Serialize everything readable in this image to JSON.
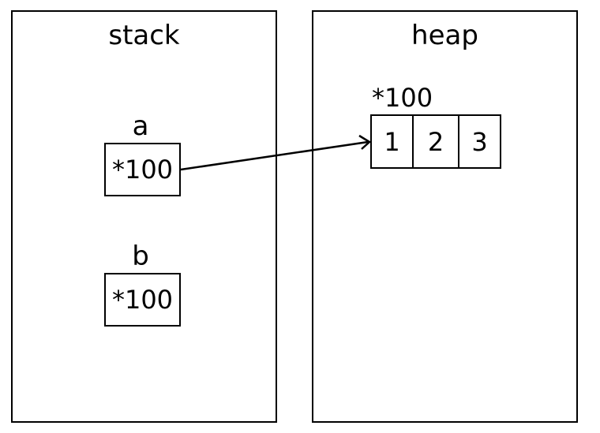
{
  "stack": {
    "title": "stack",
    "variables": [
      {
        "name": "a",
        "value": "*100"
      },
      {
        "name": "b",
        "value": "*100"
      }
    ]
  },
  "heap": {
    "title": "heap",
    "address": "*100",
    "array": [
      "1",
      "2",
      "3"
    ]
  },
  "arrow": {
    "from": "a",
    "to": "*100"
  }
}
